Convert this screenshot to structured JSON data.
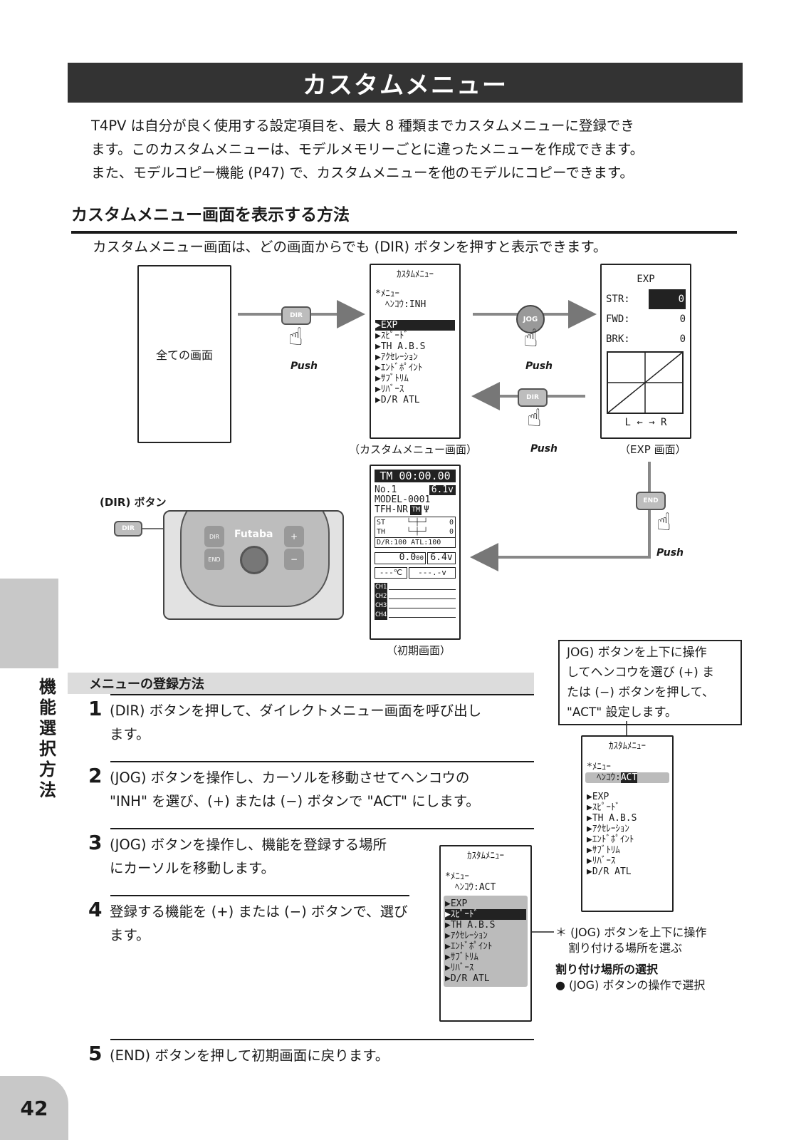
{
  "title": "カスタムメニュー",
  "intro": [
    "T4PV は自分が良く使用する設定項目を、最大 8 種類までカスタムメニューに登録でき",
    "ます。このカスタムメニューは、モデルメモリーごとに違ったメニューを作成できます。",
    "また、モデルコピー機能 (P47) で、カスタムメニューを他のモデルにコピーできます。"
  ],
  "section1": {
    "heading": "カスタムメニュー画面を表示する方法",
    "lead": "カスタムメニュー画面は、どの画面からでも (DIR) ボタンを押すと表示できます。"
  },
  "diagram": {
    "all_screens": "全ての画面",
    "push": "Push",
    "dir": "DIR",
    "jog": "JOG",
    "end": "END",
    "custom_screen": {
      "title": "ｶｽﾀﾑﾒﾆｭｰ",
      "menu_label": "*ﾒﾆｭｰ",
      "henkou": "ﾍﾝｺｳ:INH",
      "items": [
        "▶EXP",
        "▶ｽﾋﾟｰﾄﾞ",
        "▶TH A.B.S",
        "▶ｱｸｾﾚｰｼｮﾝ",
        "▶ｴﾝﾄﾞﾎﾟｲﾝﾄ",
        "▶ｻﾌﾞﾄﾘﾑ",
        "▶ﾘﾊﾞｰｽ",
        "▶D/R ATL"
      ],
      "caption": "（カスタムメニュー画面）"
    },
    "exp_screen": {
      "title": "EXP",
      "rows": [
        {
          "label": "STR:",
          "value": "0"
        },
        {
          "label": "FWD:",
          "value": "0"
        },
        {
          "label": "BRK:",
          "value": "0"
        }
      ],
      "axis": "L ← → R",
      "caption": "（EXP 画面）"
    },
    "home_screen": {
      "timer": "TM 00:00.00",
      "model_no": "No.1",
      "voltage": "6.1v",
      "model_name": "MODEL-0001",
      "trim_line": "TFH-NR",
      "tm_badge": "TM",
      "st": "ST",
      "th": "TH",
      "st_val": "0",
      "th_val": "0",
      "dr_line": "D/R:100 ATL:100",
      "speed": "0.0",
      "speed_unit": "00",
      "volt2": "6.4v",
      "temp": "---℃",
      "volt3": "---.-v",
      "channels": [
        "CH1",
        "CH2",
        "CH3",
        "CH4"
      ],
      "caption": "（初期画面）"
    },
    "dir_button_label": "(DIR) ボタン",
    "brand": "Futaba",
    "tx_dir": "DIR",
    "tx_end": "END",
    "tx_plus": "+",
    "tx_minus": "−"
  },
  "section2": {
    "heading": "メニューの登録方法",
    "steps": [
      {
        "num": "1",
        "lines": [
          "(DIR) ボタンを押して、ダイレクトメニュー画面を呼び出し",
          "ます。"
        ]
      },
      {
        "num": "2",
        "lines": [
          "(JOG) ボタンを操作し、カーソルを移動させてヘンコウの",
          "\"INH\" を選び、(+) または (−) ボタンで \"ACT\" にします。"
        ]
      },
      {
        "num": "3",
        "lines": [
          "(JOG) ボタンを操作し、機能を登録する場所",
          "にカーソルを移動します。"
        ]
      },
      {
        "num": "4",
        "lines": [
          "登録する機能を (+) または (−) ボタンで、選び",
          "ます。"
        ]
      },
      {
        "num": "5",
        "lines": [
          "(END) ボタンを押して初期画面に戻ります。"
        ]
      }
    ]
  },
  "callout": [
    "JOG) ボタンを上下に操作",
    "してヘンコウを選び (+) ま",
    "たは (−) ボタンを押して、",
    "\"ACT\" 設定します。"
  ],
  "act_screen": {
    "title": "ｶｽﾀﾑﾒﾆｭｰ",
    "menu_label": "*ﾒﾆｭｰ",
    "henkou_label": "ﾍﾝｺｳ:",
    "henkou_val": "ACT",
    "items": [
      "▶EXP",
      "▶ｽﾋﾟｰﾄﾞ",
      "▶TH A.B.S",
      "▶ｱｸｾﾚｰｼｮﾝ",
      "▶ｴﾝﾄﾞﾎﾟｲﾝﾄ",
      "▶ｻﾌﾞﾄﾘﾑ",
      "▶ﾘﾊﾞｰｽ",
      "▶D/R ATL"
    ]
  },
  "assign_screen": {
    "title": "ｶｽﾀﾑﾒﾆｭｰ",
    "menu_label": "*ﾒﾆｭｰ",
    "henkou": "ﾍﾝｺｳ:ACT",
    "items": [
      "▶EXP",
      "▶ｽﾋﾟｰﾄﾞ",
      "▶TH A.B.S",
      "▶ｱｸｾﾚｰｼｮﾝ",
      "▶ｴﾝﾄﾞﾎﾟｲﾝﾄ",
      "▶ｻﾌﾞﾄﾘﾑ",
      "▶ﾘﾊﾞｰｽ",
      "▶D/R ATL"
    ]
  },
  "assign_note": {
    "line1": "＊ (JOG) ボタンを上下に操作",
    "line2": "割り付ける場所を選ぶ",
    "heading": "割り付け場所の選択",
    "bullet": "● (JOG) ボタンの操作で選択"
  },
  "side_label": "機能選択方法",
  "page_number": "42"
}
